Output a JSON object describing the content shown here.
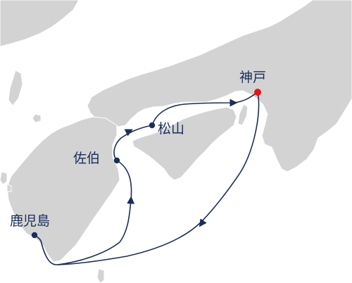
{
  "colors": {
    "sea": "#ffffff",
    "land": "#d3d3d3",
    "coast": "#ffffff",
    "route": "#1b2d5c",
    "port": "#1b2d5c",
    "origin_port": "#ee1111",
    "label": "#1b2d5c"
  },
  "ports": {
    "kobe": {
      "name": "神戸",
      "role": "origin"
    },
    "matsuyama": {
      "name": "松山",
      "role": "stop"
    },
    "saiki": {
      "name": "佐伯",
      "role": "stop"
    },
    "kagoshima": {
      "name": "鹿児島",
      "role": "stop"
    }
  },
  "route": {
    "order": [
      "kobe",
      "kagoshima",
      "saiki",
      "matsuyama",
      "kobe"
    ],
    "arrow_icon": "arrowhead-icon"
  }
}
